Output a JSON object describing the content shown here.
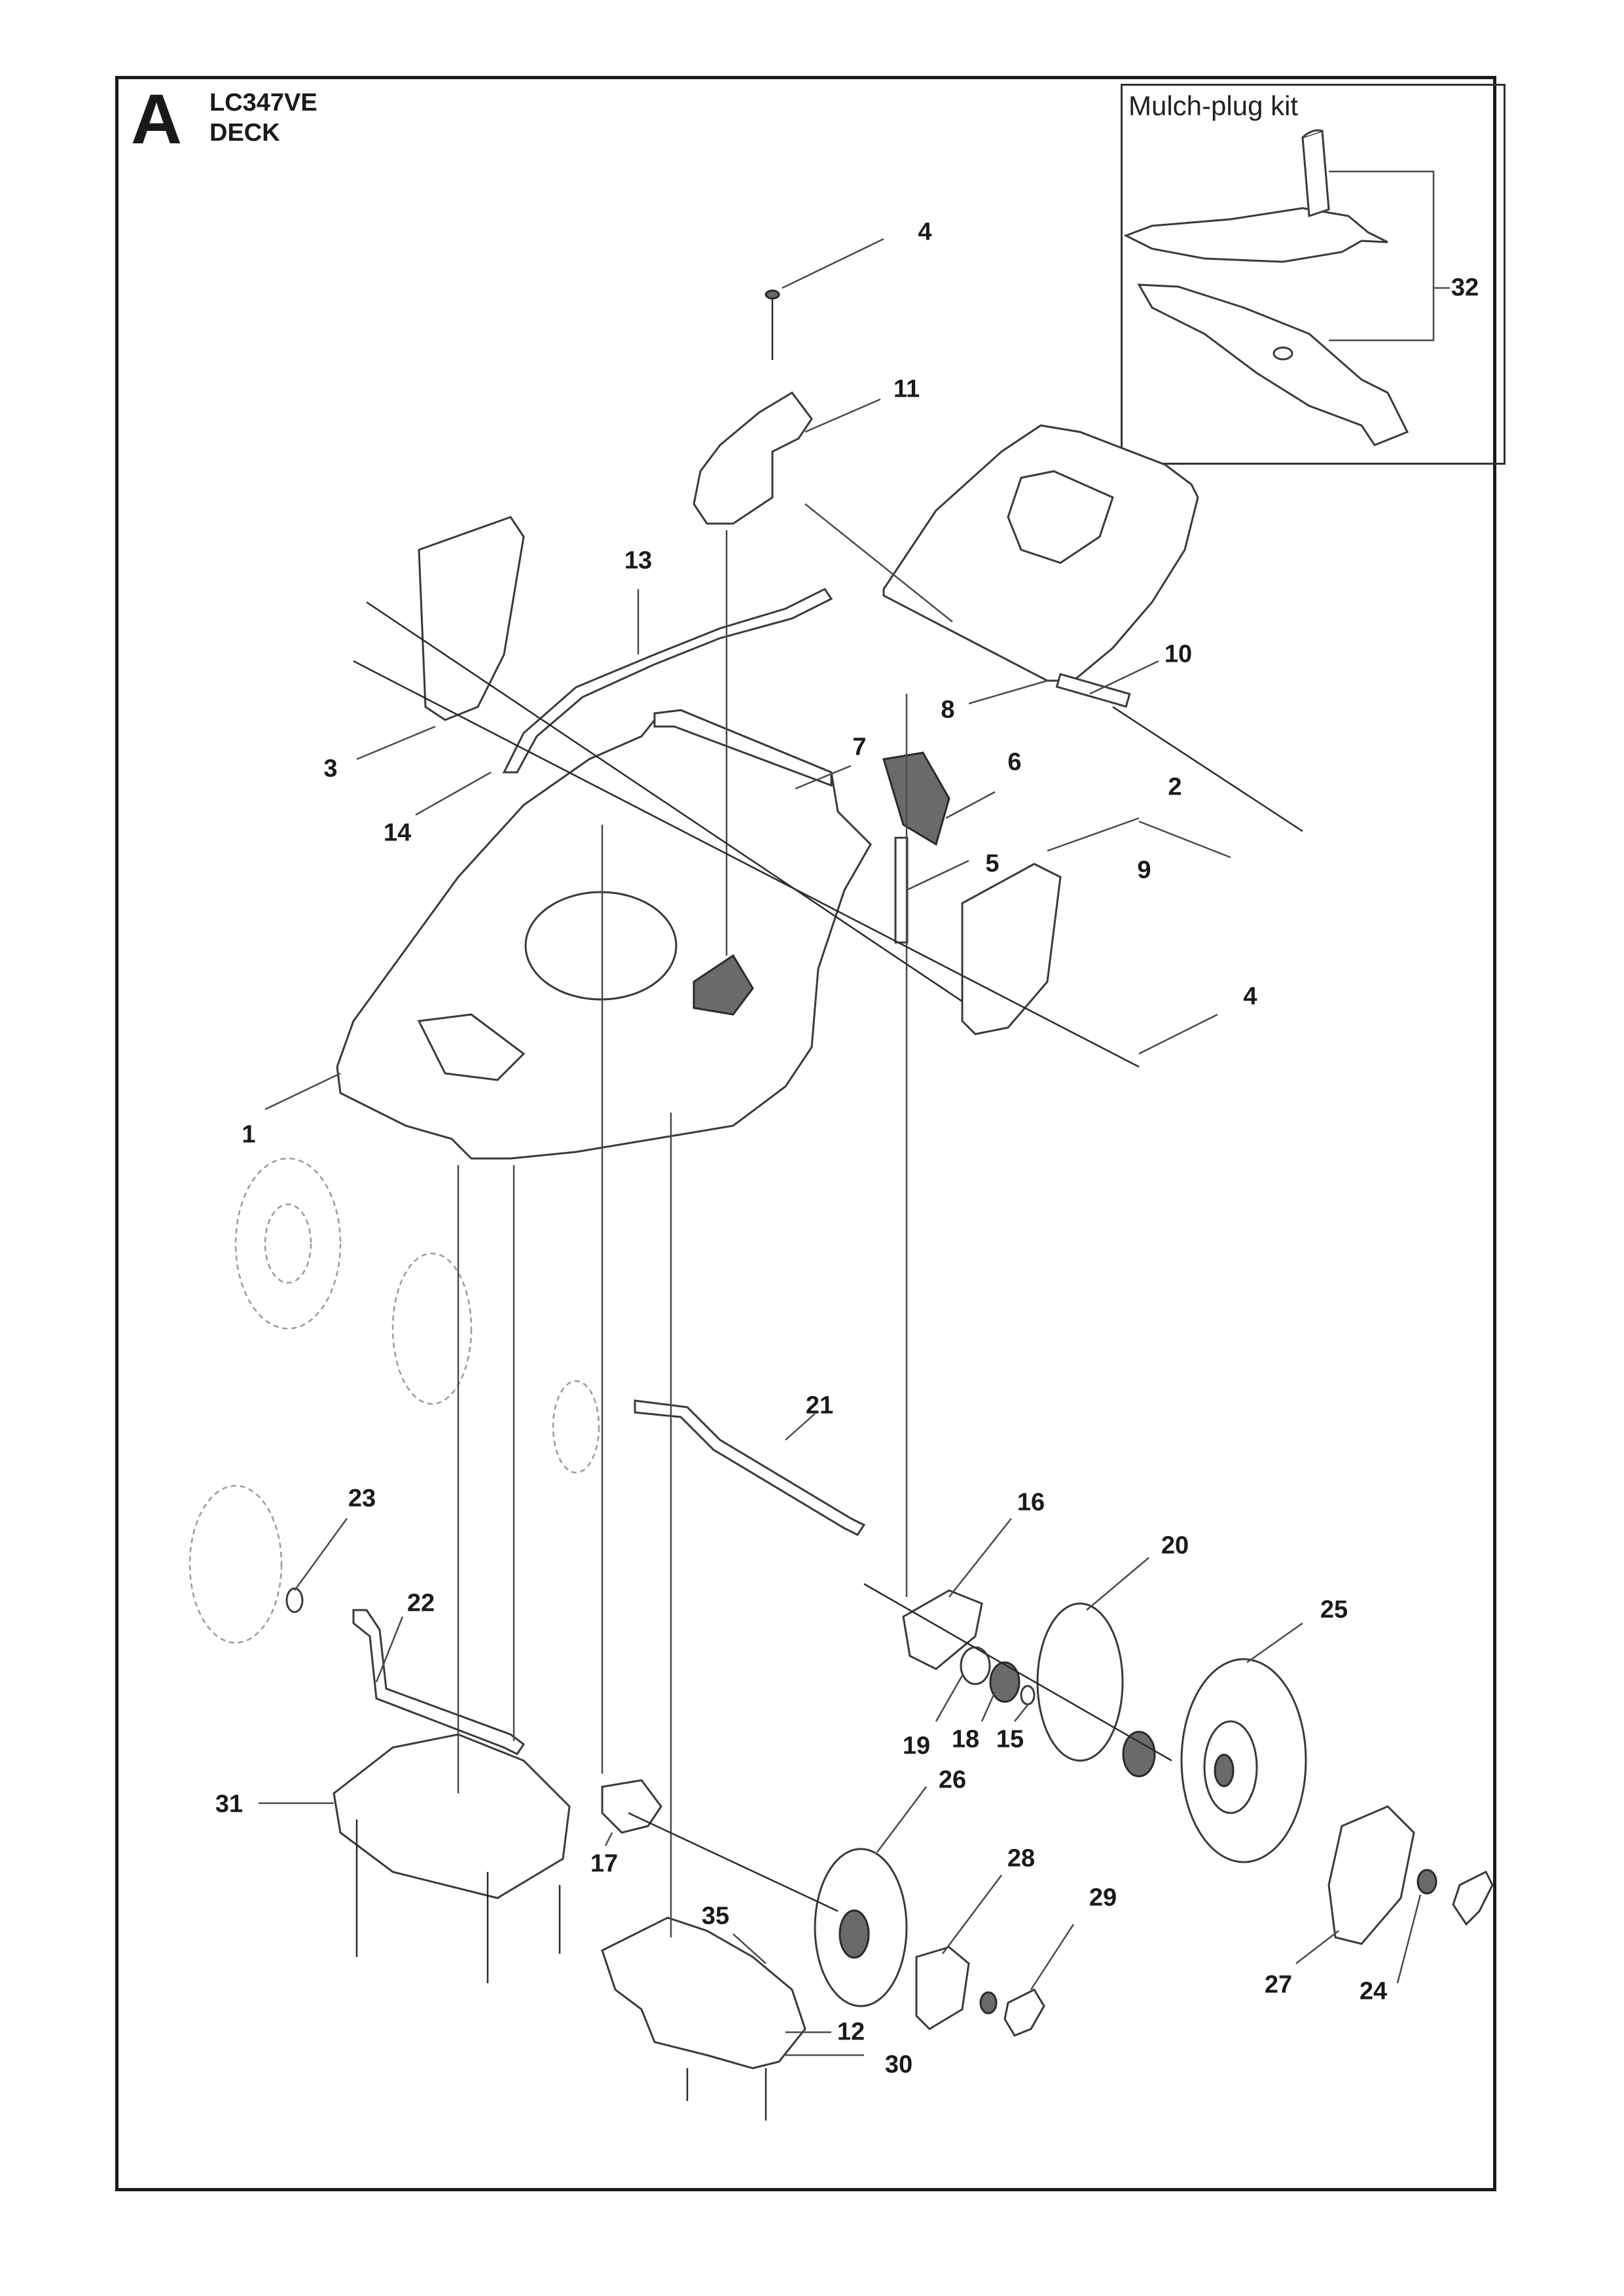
{
  "header": {
    "section_letter": "A",
    "model": "LC347VE",
    "section": "DECK"
  },
  "kit": {
    "title": "Mulch-plug kit"
  },
  "callouts": [
    {
      "id": "c4a",
      "label": "4"
    },
    {
      "id": "c11",
      "label": "11"
    },
    {
      "id": "c32",
      "label": "32"
    },
    {
      "id": "c13",
      "label": "13"
    },
    {
      "id": "c10",
      "label": "10"
    },
    {
      "id": "c8",
      "label": "8"
    },
    {
      "id": "c7",
      "label": "7"
    },
    {
      "id": "c6",
      "label": "6"
    },
    {
      "id": "c2",
      "label": "2"
    },
    {
      "id": "c3",
      "label": "3"
    },
    {
      "id": "c14",
      "label": "14"
    },
    {
      "id": "c9",
      "label": "9"
    },
    {
      "id": "c5",
      "label": "5"
    },
    {
      "id": "c4b",
      "label": "4"
    },
    {
      "id": "c1",
      "label": "1"
    },
    {
      "id": "c21",
      "label": "21"
    },
    {
      "id": "c23",
      "label": "23"
    },
    {
      "id": "c16",
      "label": "16"
    },
    {
      "id": "c20",
      "label": "20"
    },
    {
      "id": "c22",
      "label": "22"
    },
    {
      "id": "c25",
      "label": "25"
    },
    {
      "id": "c19",
      "label": "19"
    },
    {
      "id": "c18",
      "label": "18"
    },
    {
      "id": "c15",
      "label": "15"
    },
    {
      "id": "c31",
      "label": "31"
    },
    {
      "id": "c26",
      "label": "26"
    },
    {
      "id": "c17",
      "label": "17"
    },
    {
      "id": "c28",
      "label": "28"
    },
    {
      "id": "c35",
      "label": "35"
    },
    {
      "id": "c29",
      "label": "29"
    },
    {
      "id": "c27",
      "label": "27"
    },
    {
      "id": "c24",
      "label": "24"
    },
    {
      "id": "c12",
      "label": "12"
    },
    {
      "id": "c30",
      "label": "30"
    }
  ]
}
